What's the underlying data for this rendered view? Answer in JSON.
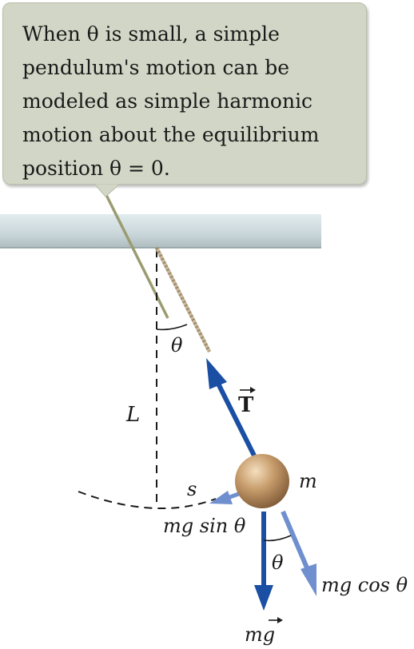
{
  "callout": {
    "lines": [
      "When θ is small, a simple",
      "pendulum's motion can be",
      "modeled as simple harmonic",
      "motion about the equilibrium",
      "position θ = 0."
    ]
  },
  "labels": {
    "angle_top": "θ",
    "length": "L",
    "tension": "T",
    "mass": "m",
    "arc": "s",
    "tangential_force": "mg sin θ",
    "angle_bottom": "θ",
    "radial_force": "mg cos θ",
    "gravity": "mg"
  },
  "colors": {
    "callout_bg": "#d2d6c6",
    "ceiling": "#c7d3d6",
    "main_vector": "#1a4fa3",
    "component_vector": "#6f8fce",
    "bob": "#c39a6a",
    "string": "#c8b89c"
  }
}
